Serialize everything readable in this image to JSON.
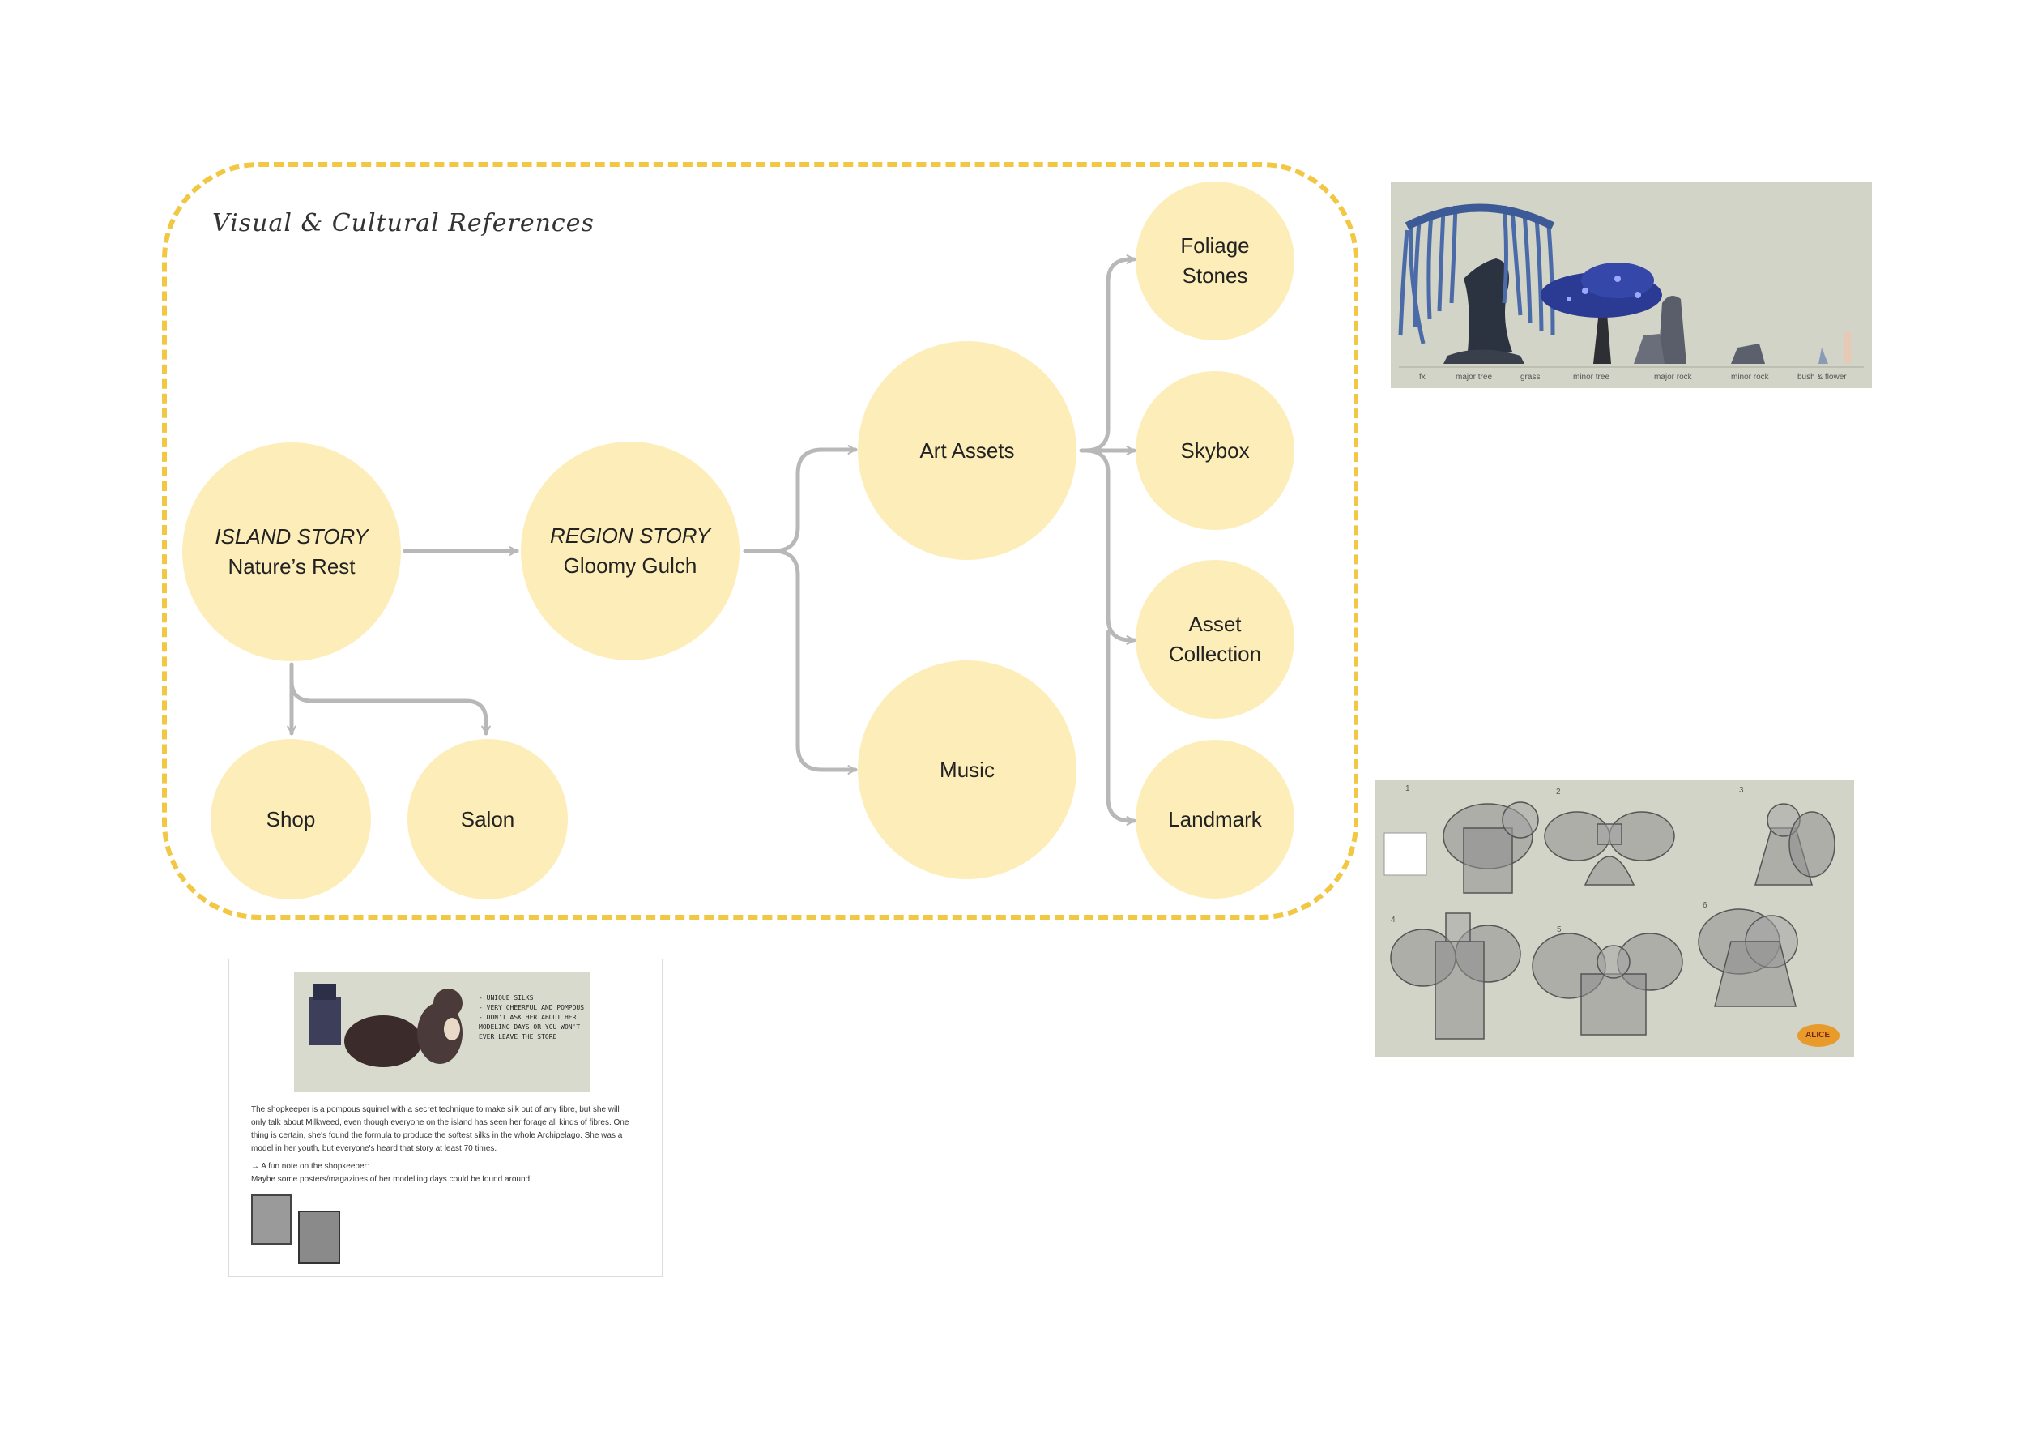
{
  "group": {
    "title": "Visual & Cultural References",
    "border_color": "#f2c744"
  },
  "nodes": {
    "island": {
      "line1": "ISLAND STORY",
      "line2": "Nature’s Rest"
    },
    "region": {
      "line1": "REGION STORY",
      "line2": "Gloomy Gulch"
    },
    "shop": {
      "label": "Shop"
    },
    "salon": {
      "label": "Salon"
    },
    "art_assets": {
      "label": "Art Assets"
    },
    "music": {
      "label": "Music"
    },
    "foliage": {
      "line1": "Foliage",
      "line2": "Stones"
    },
    "skybox": {
      "label": "Skybox"
    },
    "asset_collection": {
      "line1": "Asset",
      "line2": "Collection"
    },
    "landmark": {
      "label": "Landmark"
    }
  },
  "colors": {
    "node_fill": "#fdeeb9",
    "arrow": "#b8b8b8",
    "panel_bg": "#d3d4c8"
  },
  "asset_strip": {
    "labels": [
      "fx",
      "major tree",
      "grass",
      "minor tree",
      "major rock",
      "minor rock",
      "bush & flower"
    ]
  },
  "sketch_sheet": {
    "numbers": [
      "1",
      "2",
      "3",
      "4",
      "5",
      "6"
    ],
    "logo_text": "ALICE"
  },
  "shopkeeper_doc": {
    "notes": [
      "- UNIQUE SILKS",
      "- VERY CHEERFUL AND POMPOUS",
      "- DON'T ASK HER ABOUT HER",
      "MODELING DAYS OR YOU WON'T",
      "EVER LEAVE THE STORE"
    ],
    "paragraph": "The shopkeeper is a pompous squirrel with a secret technique to make silk out of any fibre, but she will only talk about Milkweed, even though everyone on the island has seen her forage all kinds of fibres. One thing is certain, she's found the formula to produce the softest silks in the whole Archipelago. She was a model in her youth, but everyone's heard that story at least 70 times.",
    "note_title": "→ A fun note on the shopkeeper:",
    "note_body": "Maybe some posters/magazines of her modelling days could be found around"
  }
}
